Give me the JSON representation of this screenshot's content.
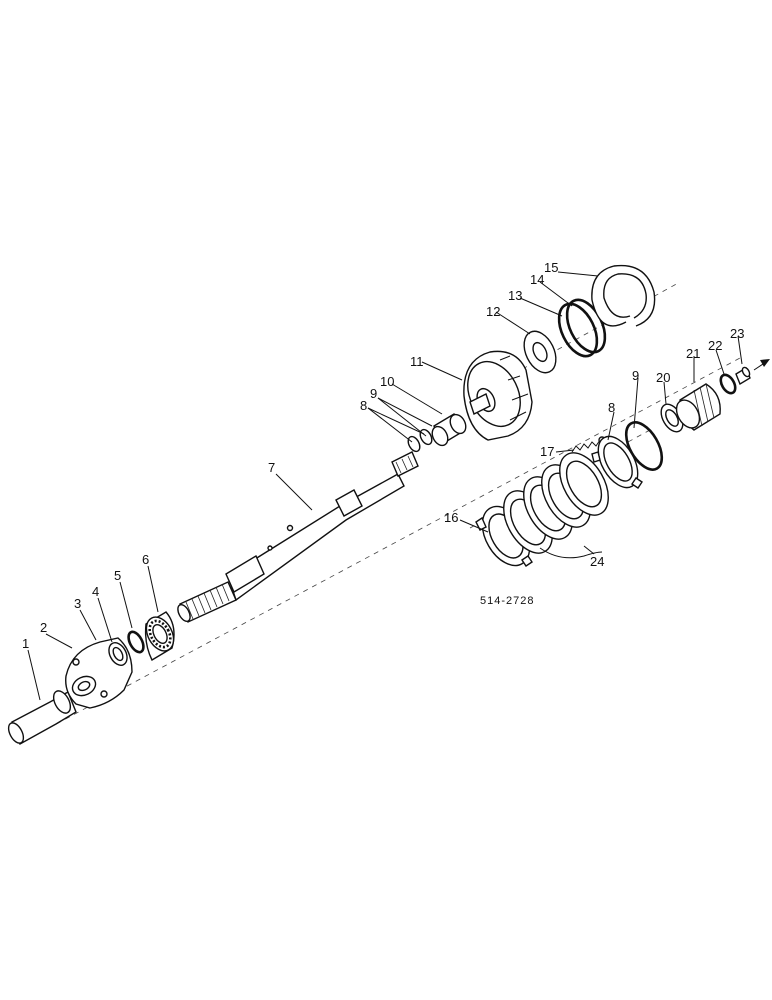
{
  "diagram": {
    "drawing_code": "514-2728",
    "callouts": [
      {
        "id": "c1",
        "text": "1"
      },
      {
        "id": "c2",
        "text": "2"
      },
      {
        "id": "c3",
        "text": "3"
      },
      {
        "id": "c4",
        "text": "4"
      },
      {
        "id": "c5",
        "text": "5"
      },
      {
        "id": "c6",
        "text": "6"
      },
      {
        "id": "c7",
        "text": "7"
      },
      {
        "id": "c8a",
        "text": "8"
      },
      {
        "id": "c9a",
        "text": "9"
      },
      {
        "id": "c10",
        "text": "10"
      },
      {
        "id": "c11",
        "text": "11"
      },
      {
        "id": "c12",
        "text": "12"
      },
      {
        "id": "c13",
        "text": "13"
      },
      {
        "id": "c14",
        "text": "14"
      },
      {
        "id": "c15",
        "text": "15"
      },
      {
        "id": "c16",
        "text": "16"
      },
      {
        "id": "c17",
        "text": "17"
      },
      {
        "id": "c8b",
        "text": "8"
      },
      {
        "id": "c9b",
        "text": "9"
      },
      {
        "id": "c20",
        "text": "20"
      },
      {
        "id": "c21",
        "text": "21"
      },
      {
        "id": "c22",
        "text": "22"
      },
      {
        "id": "c23",
        "text": "23"
      },
      {
        "id": "c24",
        "text": "24"
      }
    ]
  }
}
